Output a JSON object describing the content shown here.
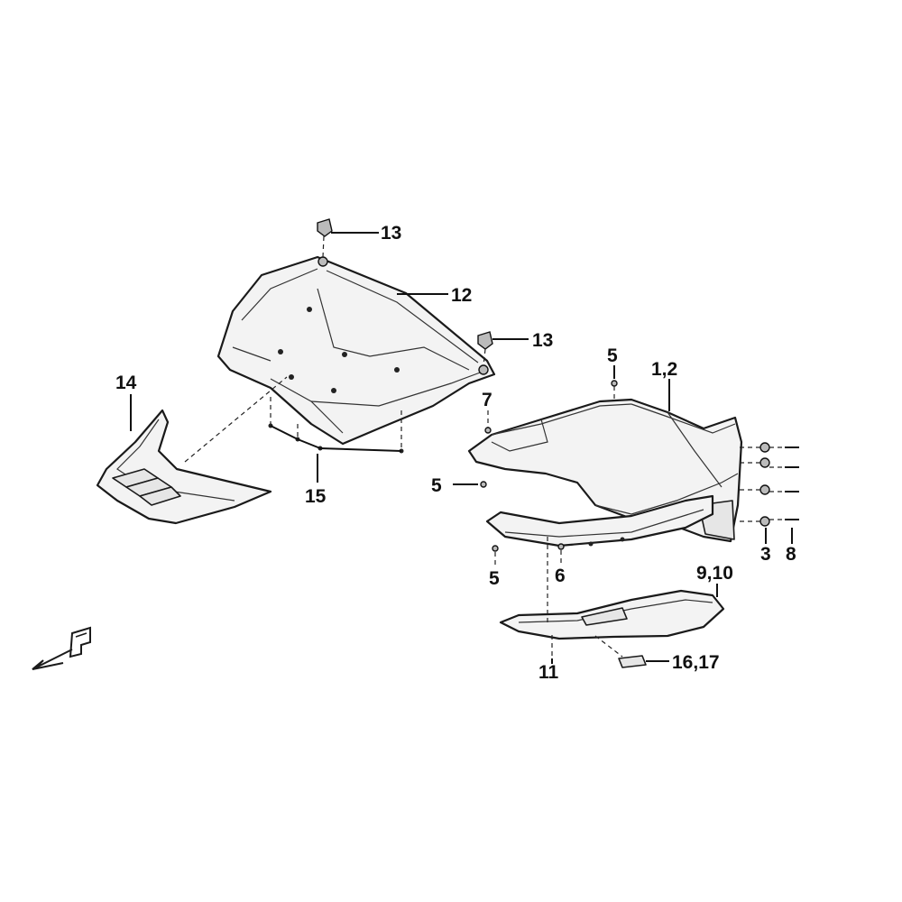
{
  "callouts": {
    "c1_2": "1,2",
    "c3": "3",
    "c5_top": "5",
    "c5_left": "5",
    "c5_bottom": "5",
    "c6": "6",
    "c7": "7",
    "c8": "8",
    "c9_10": "9,10",
    "c11": "11",
    "c12": "12",
    "c13_top": "13",
    "c13_right": "13",
    "c14": "14",
    "c15": "15",
    "c16_17": "16,17"
  },
  "colors": {
    "line": "#1a1a1a",
    "panel_fill": "#f3f3f3",
    "background": "#ffffff"
  },
  "icons": {
    "orientation": "front-direction-arrow-icon"
  }
}
